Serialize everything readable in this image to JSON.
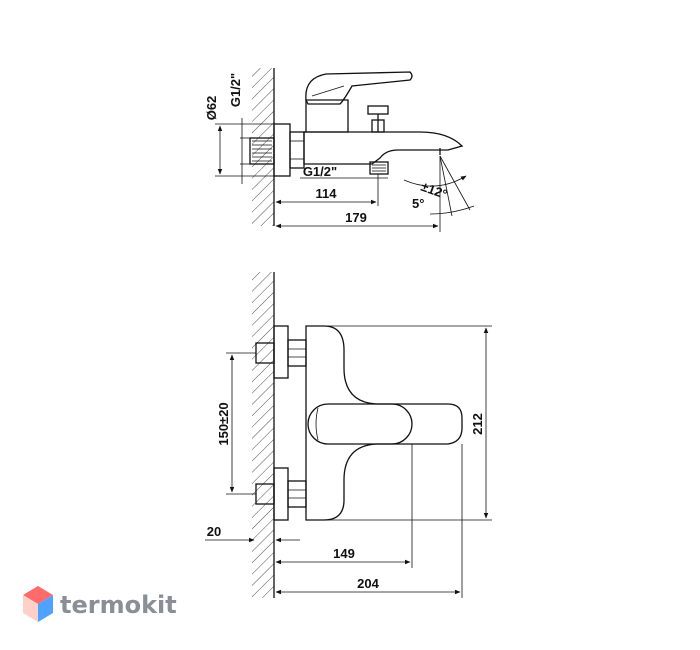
{
  "top_view": {
    "dim_diameter": "Ø62",
    "dim_thread_wall": "G1/2\"",
    "dim_thread_outlet": "G1/2\"",
    "dim_114": "114",
    "dim_179": "179",
    "dim_angle_12": "±12°",
    "dim_angle_5": "5°"
  },
  "front_view": {
    "dim_height_range": "150±20",
    "dim_20": "20",
    "dim_149": "149",
    "dim_204": "204",
    "dim_212": "212"
  },
  "brand": {
    "name": "termokit",
    "colors": {
      "logo_top": "#ff6b6b",
      "logo_left": "#ffd0c8",
      "logo_right": "#4da3ff"
    }
  }
}
